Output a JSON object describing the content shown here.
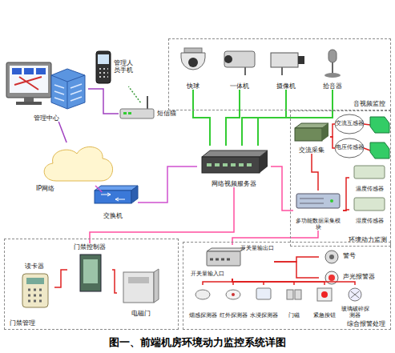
{
  "diagram": {
    "caption": "图一、前端机房环境动力监控系统详图",
    "nodes": [
      {
        "text": [
          "管理中心"
        ]
      },
      {
        "text": [
          "管理人员手机"
        ]
      },
      {
        "text": [
          "短信猫"
        ]
      },
      {
        "text": [
          "IP网络"
        ]
      },
      {
        "text": [
          "交换机"
        ]
      },
      {
        "text": [
          "网络视频服务器"
        ]
      },
      {
        "text": [
          "音视频监控"
        ]
      },
      {
        "text": [
          "快球"
        ],
        "in": 6
      },
      {
        "text": [
          "一体机"
        ],
        "in": 6
      },
      {
        "text": [
          "摄像机"
        ],
        "in": 6
      },
      {
        "text": [
          "拾音器"
        ],
        "in": 6
      },
      {
        "text": [
          "环境动力监测"
        ]
      },
      {
        "text": [
          "交流互感器"
        ],
        "in": 11
      },
      {
        "text": [
          "电压传感器"
        ],
        "in": 11
      },
      {
        "text": [
          "交流采集"
        ],
        "in": 11
      },
      {
        "text": [
          "温度传感器"
        ],
        "in": 11
      },
      {
        "text": [
          "湿度传感器"
        ],
        "in": 11
      },
      {
        "text": [
          "多功能数据采集模块"
        ],
        "in": 11
      },
      {
        "text": [
          "门禁管理"
        ]
      },
      {
        "text": [
          "门禁控制器"
        ],
        "in": 18
      },
      {
        "text": [
          "读卡器"
        ],
        "in": 18
      },
      {
        "text": [
          "电磁门"
        ],
        "in": 18
      },
      {
        "text": [
          "综合报警处理"
        ]
      },
      {
        "text": [
          "开关量输入口",
          "开关量输出口"
        ],
        "in": 22
      },
      {
        "text": [
          "警号"
        ],
        "in": 22
      },
      {
        "text": [
          "声光报警器"
        ],
        "in": 22
      },
      {
        "text": [
          "烟感探测器"
        ],
        "in": 22
      },
      {
        "text": [
          "红外探测器"
        ],
        "in": 22
      },
      {
        "text": [
          "水浸探测器"
        ],
        "in": 22
      },
      {
        "text": [
          "门磁"
        ],
        "in": 22
      },
      {
        "text": [
          "紧急按钮"
        ],
        "in": 22
      },
      {
        "text": [
          "玻璃破碎探测器"
        ],
        "in": 22
      }
    ],
    "edges": [
      {
        "from": 0,
        "to": 3,
        "arrow": "none"
      },
      {
        "from": 0,
        "to": 2,
        "arrow": "none"
      },
      {
        "from": 2,
        "to": 1,
        "arrow": "none"
      },
      {
        "from": 3,
        "to": 4,
        "arrow": "none"
      },
      {
        "from": 4,
        "to": 5,
        "arrow": "none"
      },
      {
        "from": 7,
        "to": 5,
        "arrow": "none"
      },
      {
        "from": 8,
        "to": 5,
        "arrow": "none"
      },
      {
        "from": 9,
        "to": 5,
        "arrow": "none"
      },
      {
        "from": 10,
        "to": 5,
        "arrow": "none"
      },
      {
        "from": 5,
        "to": 17,
        "arrow": "none"
      },
      {
        "from": 5,
        "to": 19,
        "arrow": "none"
      },
      {
        "from": 14,
        "to": 17,
        "arrow": "none"
      },
      {
        "from": 12,
        "to": 14,
        "arrow": "none"
      },
      {
        "from": 13,
        "to": 14,
        "arrow": "none"
      },
      {
        "from": 15,
        "to": 17,
        "arrow": "none"
      },
      {
        "from": 16,
        "to": 17,
        "arrow": "none"
      },
      {
        "from": 17,
        "to": 23,
        "arrow": "none"
      },
      {
        "from": 23,
        "to": 24,
        "arrow": "none"
      },
      {
        "from": 23,
        "to": 25,
        "arrow": "none"
      },
      {
        "from": 23,
        "to": 26,
        "arrow": "none"
      },
      {
        "from": 23,
        "to": 27,
        "arrow": "none"
      },
      {
        "from": 23,
        "to": 28,
        "arrow": "none"
      },
      {
        "from": 23,
        "to": 29,
        "arrow": "none"
      },
      {
        "from": 23,
        "to": 30,
        "arrow": "none"
      },
      {
        "from": 23,
        "to": 31,
        "arrow": "none"
      },
      {
        "from": 19,
        "to": 20,
        "arrow": "none"
      },
      {
        "from": 19,
        "to": 21,
        "arrow": "none"
      }
    ]
  }
}
